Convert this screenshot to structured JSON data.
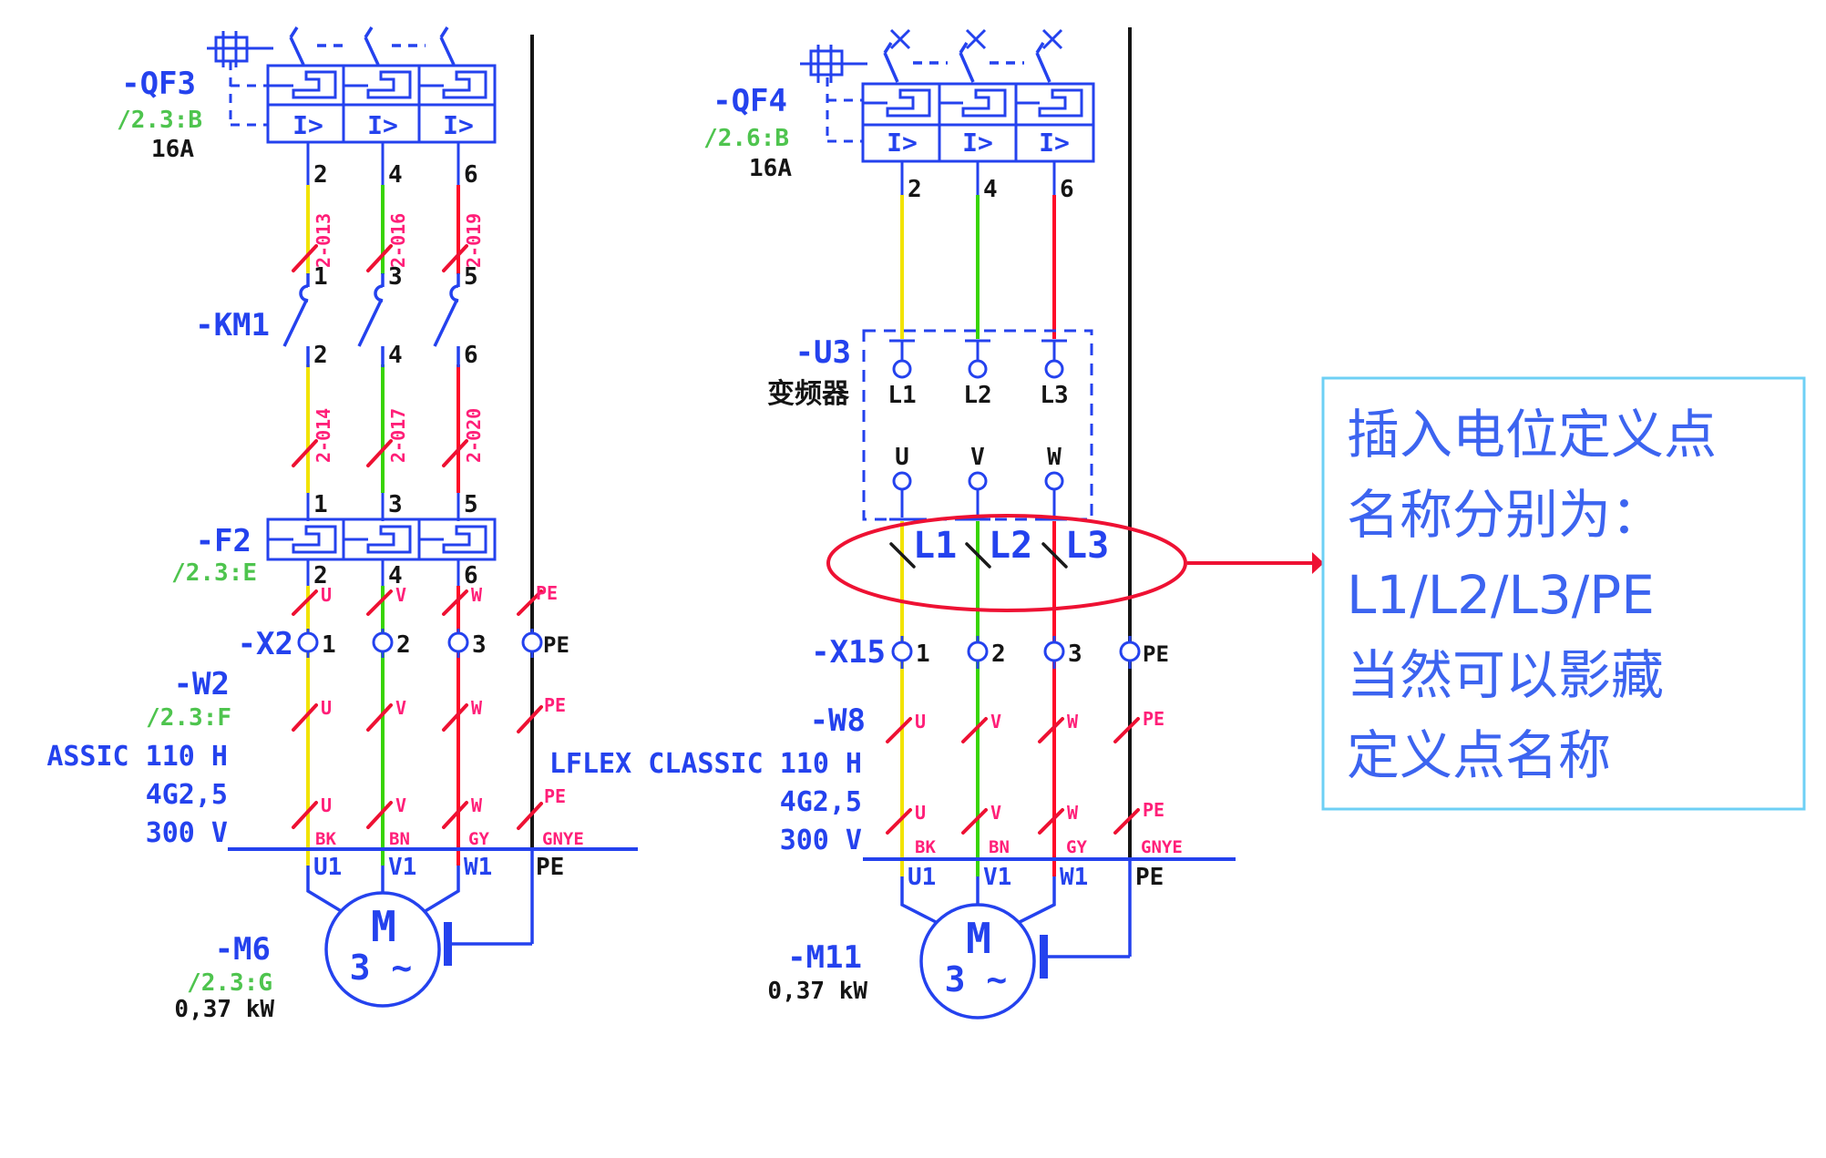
{
  "colors": {
    "symbol_blue": "#2442ee",
    "xref_green": "#4ec44e",
    "wire_l1_yellow": "#f2e300",
    "wire_l2_green": "#38d400",
    "wire_l3_red": "#ff0a28",
    "wire_pe_black": "#151515",
    "marker_red": "#ee1133",
    "label_magenta": "#ff1f78",
    "callout_border": "#6ed0f5",
    "callout_text": "#3c64f0"
  },
  "left_circuit": {
    "breaker": {
      "tag": "-QF3",
      "xref": "/2.3:B",
      "rating": "16A",
      "release": "I>",
      "out_terminals": [
        "2",
        "4",
        "6"
      ]
    },
    "wire_labels_upper": [
      "2-013",
      "2-016",
      "2-019"
    ],
    "contactor": {
      "tag": "-KM1",
      "in_terminals": [
        "1",
        "3",
        "5"
      ],
      "out_terminals": [
        "2",
        "4",
        "6"
      ]
    },
    "wire_labels_lower": [
      "2-014",
      "2-017",
      "2-020"
    ],
    "overload": {
      "tag": "-F2",
      "xref": "/2.3:E",
      "in_terminals": [
        "1",
        "3",
        "5"
      ],
      "out_terminals": [
        "2",
        "4",
        "6"
      ]
    },
    "marks_row1": [
      "U",
      "V",
      "W",
      "PE"
    ],
    "terminal_strip": {
      "tag": "-X2",
      "terminals": [
        "1",
        "2",
        "3",
        "PE"
      ]
    },
    "cable": {
      "tag": "-W2",
      "xref": "/2.3:F",
      "specs": [
        "ASSIC 110 H",
        "4G2,5",
        "300 V"
      ]
    },
    "marks_row2": [
      "U",
      "V",
      "W",
      "PE"
    ],
    "marks_row3": [
      "U",
      "V",
      "W",
      "PE"
    ],
    "core_colors": [
      "BK",
      "BN",
      "GY",
      "GNYE"
    ],
    "motor_terminals": [
      "U1",
      "V1",
      "W1",
      "PE"
    ],
    "motor": {
      "tag": "-M6",
      "xref": "/2.3:G",
      "power": "0,37 kW",
      "letter": "M",
      "phase": "3 ~"
    }
  },
  "right_circuit": {
    "breaker": {
      "tag": "-QF4",
      "xref": "/2.6:B",
      "rating": "16A",
      "release": "I>",
      "out_terminals": [
        "2",
        "4",
        "6"
      ]
    },
    "converter": {
      "tag": "-U3",
      "subtitle": "变频器",
      "inputs": [
        "L1",
        "L2",
        "L3"
      ],
      "outputs": [
        "U",
        "V",
        "W"
      ]
    },
    "potential_points": [
      "L1",
      "L2",
      "L3"
    ],
    "terminal_strip": {
      "tag": "-X15",
      "terminals": [
        "1",
        "2",
        "3",
        "PE"
      ]
    },
    "cable": {
      "tag": "-W8",
      "specs": [
        "LFLEX CLASSIC 110 H",
        "4G2,5",
        "300 V"
      ]
    },
    "marks_row1": [
      "U",
      "V",
      "W",
      "PE"
    ],
    "marks_row2": [
      "U",
      "V",
      "W",
      "PE"
    ],
    "core_colors": [
      "BK",
      "BN",
      "GY",
      "GNYE"
    ],
    "motor_terminals": [
      "U1",
      "V1",
      "W1",
      "PE"
    ],
    "motor": {
      "tag": "-M11",
      "power": "0,37 kW",
      "letter": "M",
      "phase": "3 ~"
    }
  },
  "callout": {
    "lines": [
      "插入电位定义点",
      "名称分别为：",
      "L1/L2/L3/PE",
      "当然可以影藏",
      "定义点名称"
    ]
  }
}
